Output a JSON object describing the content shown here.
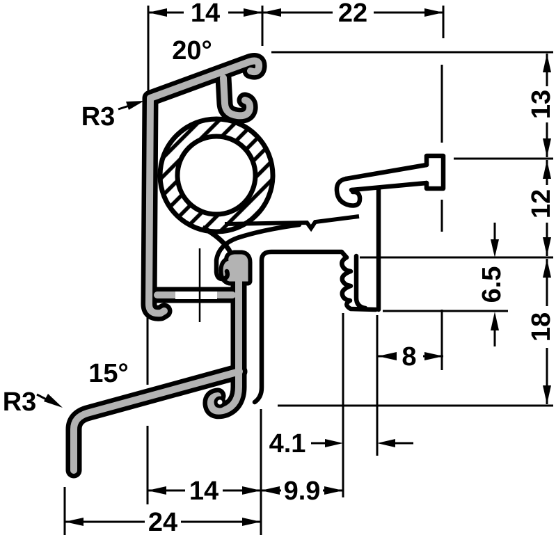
{
  "drawing": {
    "title": "profile-cross-section",
    "type": "technical dimension drawing of extruded weatherbar profile",
    "colors": {
      "background": "#ffffff",
      "profile_fill": "#b3b3b3",
      "line": "#000000"
    },
    "dimensions_mm": {
      "top_width_left": "14",
      "top_width_right": "22",
      "right_height_upper": "13",
      "right_height_middle": "12",
      "right_height_small": "6.5",
      "right_height_lower": "18",
      "clip_width": "8",
      "tooth_offset": "4.1",
      "mid_width": "9.9",
      "bottom_width_inner": "14",
      "bottom_width_outer": "24",
      "angle_upper": "20°",
      "angle_lower": "15°",
      "radius_upper": "R3",
      "radius_lower": "R3"
    }
  },
  "labels": {
    "w14_top": "14",
    "w22": "22",
    "h13": "13",
    "h12": "12",
    "h65": "6.5",
    "h18": "18",
    "w8": "8",
    "w41": "4.1",
    "w99": "9.9",
    "w14_bottom": "14",
    "w24": "24",
    "a20": "20°",
    "a15": "15°",
    "r3_top": "R3",
    "r3_bottom": "R3"
  }
}
